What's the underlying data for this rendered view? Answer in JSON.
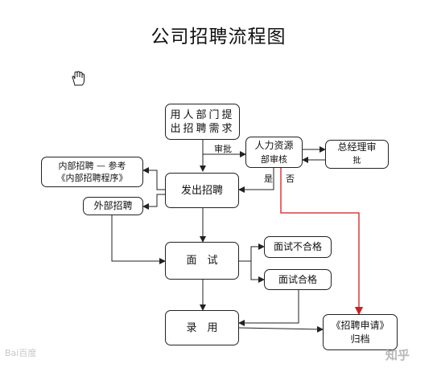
{
  "title": "公司招聘流程图",
  "nodes": {
    "request": [
      "用人部门提",
      "出招聘需求"
    ],
    "hr_review": [
      "人力资源",
      "部审核"
    ],
    "gm_review": [
      "总经理审",
      "批"
    ],
    "issue": "发出招聘",
    "internal": [
      "内部招聘 — 参考",
      "《内部招聘程序》"
    ],
    "external": "外部招聘",
    "interview": "面　试",
    "fail": "面试不合格",
    "pass": "面试合格",
    "hire": "录　用",
    "archive": [
      "《招聘申请》",
      "归档"
    ]
  },
  "labels": {
    "approve": "审批",
    "yes": "是",
    "no": "否"
  },
  "colors": {
    "line": "#222222",
    "no_path": "#cc1f1f"
  },
  "watermarks": {
    "baidu": "Bai百度",
    "zhihu": "知乎"
  }
}
